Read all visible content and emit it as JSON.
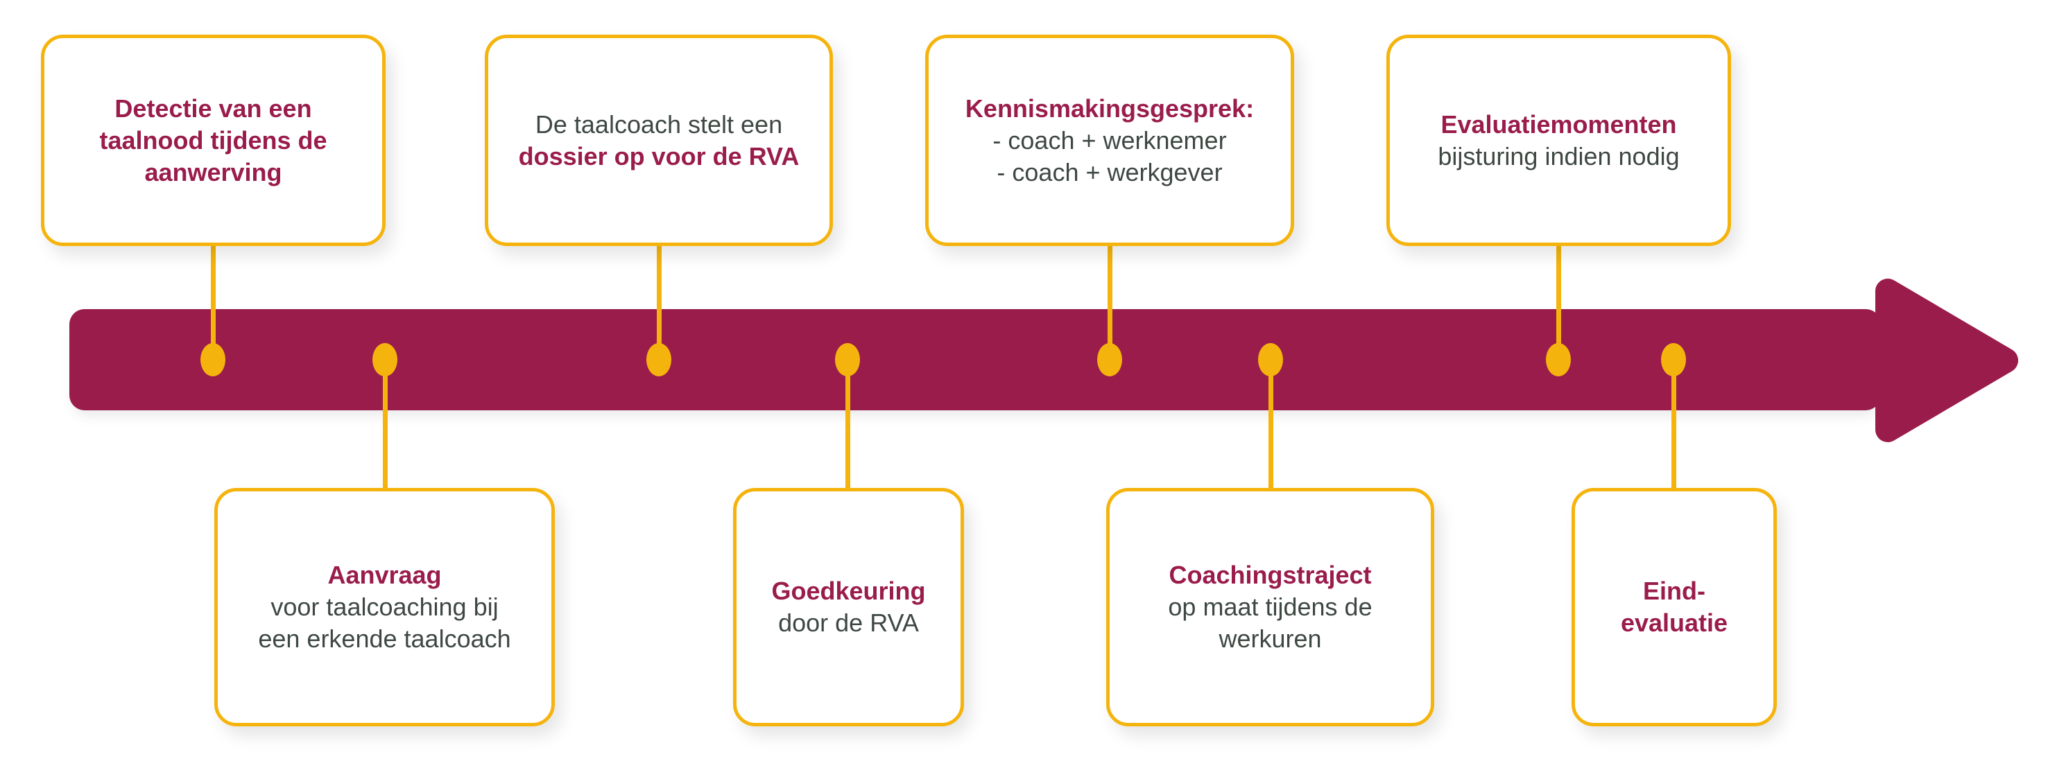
{
  "colors": {
    "timeline_maroon": "#9A1C4B",
    "accent_gold": "#F5B40D",
    "body_text": "#3E4843",
    "box_background": "#FFFFFF"
  },
  "timeline": {
    "type": "process-timeline",
    "direction": "left-to-right",
    "step_count": 8
  },
  "steps": [
    {
      "name": "detectie",
      "position": "top",
      "lines": [
        {
          "text": "Detectie van een",
          "bold": true
        },
        {
          "text": "taalnood tijdens de",
          "bold": true
        },
        {
          "text": "aanwerving",
          "bold": true
        }
      ]
    },
    {
      "name": "aanvraag",
      "position": "bottom",
      "lines": [
        {
          "text": "Aanvraag",
          "bold": true
        },
        {
          "text": "voor taalcoaching bij",
          "bold": false
        },
        {
          "text": "een erkende taalcoach",
          "bold": false
        }
      ]
    },
    {
      "name": "dossier",
      "position": "top",
      "lines": [
        {
          "text": "De taalcoach stelt een",
          "bold": false
        },
        {
          "text": "dossier op voor de RVA",
          "bold": true
        }
      ]
    },
    {
      "name": "goedkeuring",
      "position": "bottom",
      "lines": [
        {
          "text": "Goedkeuring",
          "bold": true
        },
        {
          "text": "door de RVA",
          "bold": false
        }
      ]
    },
    {
      "name": "kennismakingsgesprek",
      "position": "top",
      "lines": [
        {
          "text": "Kennismakingsgesprek:",
          "bold": true
        },
        {
          "text": "- coach + werknemer",
          "bold": false
        },
        {
          "text": "- coach + werkgever",
          "bold": false
        }
      ]
    },
    {
      "name": "coachingstraject",
      "position": "bottom",
      "lines": [
        {
          "text": "Coachingstraject",
          "bold": true
        },
        {
          "text": "op maat tijdens de",
          "bold": false
        },
        {
          "text": "werkuren",
          "bold": false
        }
      ]
    },
    {
      "name": "evaluatiemomenten",
      "position": "top",
      "lines": [
        {
          "text": "Evaluatiemomenten",
          "bold": true
        },
        {
          "text": "bijsturing indien nodig",
          "bold": false
        }
      ]
    },
    {
      "name": "eindevaluatie",
      "position": "bottom",
      "lines": [
        {
          "text": "Eind-",
          "bold": true
        },
        {
          "text": "evaluatie",
          "bold": true
        }
      ]
    }
  ]
}
